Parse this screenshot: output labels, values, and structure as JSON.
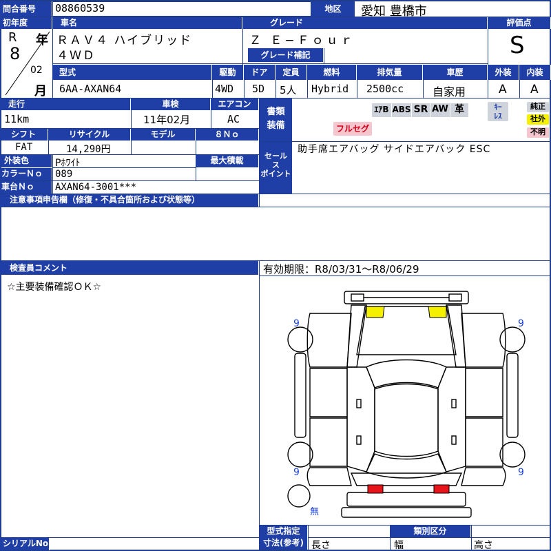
{
  "inquiry": {
    "label": "問合番号",
    "value": "08860539"
  },
  "region": {
    "label": "地区",
    "value": "愛知 豊橋市"
  },
  "first_reg": {
    "label": "初年度",
    "era": "R",
    "year": "8",
    "year_unit": "年",
    "month": "02",
    "month_unit": "月"
  },
  "car_name": {
    "label": "車名",
    "line1": "ＲＡＶ４ ハイブリッド",
    "line2": "４ＷＤ"
  },
  "grade": {
    "label": "グレード",
    "value": "Ｚ Ｅ−Ｆｏｕｒ",
    "supplement_label": "グレード補記",
    "supplement_value": ""
  },
  "score": {
    "label": "評価点",
    "value": "S"
  },
  "specs": {
    "model_label": "型式",
    "model_value": "6AA-AXAN64",
    "drive_label": "駆動",
    "drive_value": "4WD",
    "door_label": "ドア",
    "door_value": "5D",
    "capacity_label": "定員",
    "capacity_value": "5人",
    "fuel_label": "燃料",
    "fuel_value": "Hybrid",
    "displacement_label": "排気量",
    "displacement_value": "2500cc",
    "history_label": "車歴",
    "history_value": "自家用",
    "exterior_label": "外装",
    "exterior_value": "A",
    "interior_label": "内装",
    "interior_value": "A"
  },
  "mileage": {
    "label": "走行",
    "value": "11km"
  },
  "inspection": {
    "label": "車検",
    "value": "11年02月"
  },
  "aircon": {
    "label": "エアコン",
    "value": "AC"
  },
  "shift": {
    "label": "シフト",
    "value": "FAT"
  },
  "recycle": {
    "label": "リサイクル",
    "value": "14,290円"
  },
  "model_year": {
    "label": "モデル",
    "value": ""
  },
  "eight_no": {
    "label": "８Ｎｏ",
    "value": ""
  },
  "color": {
    "label": "外装色",
    "value": "Pﾎﾜｲﾄ"
  },
  "max_load": {
    "label": "最大積載",
    "value": ""
  },
  "color_no": {
    "label": "カラーＮｏ",
    "value": "089"
  },
  "chassis_no": {
    "label": "車台Ｎｏ",
    "value": "AXAN64-3001***"
  },
  "equipment": {
    "label_line1": "書類",
    "label_line2": "装備",
    "badges": [
      "ｴｱB",
      "ABS",
      "SR",
      "AW",
      "革"
    ],
    "keyless_line1": "ｷｰ",
    "keyless_line2": "ﾚｽ",
    "fullseg": "フルセグ",
    "nav_genuine": "純正",
    "nav_aftermarket": "社外",
    "nav_unknown": "不明"
  },
  "sales_point": {
    "label_line1": "セール",
    "label_line2": "ス",
    "label_line3": "ポイント",
    "value": "助手席エアバッグ サイドエアバック ESC"
  },
  "notes": {
    "label": "注意事項申告欄（修復・不具合箇所および状態等）",
    "value": ""
  },
  "inspector_comment": {
    "label": "検査員コメント",
    "value": "☆主要装備確認ＯＫ☆"
  },
  "validity": {
    "value": "有効期限：R8/03/31〜R8/06/29"
  },
  "diagram": {
    "tire_fl": "9",
    "tire_fr": "9",
    "tire_rl": "9",
    "tire_rr": "9",
    "spare": "無"
  },
  "bottom": {
    "model_designation_label": "型式指定",
    "category_label": "類別区分",
    "dimensions_label": "寸法(参考)",
    "length_label": "長さ",
    "width_label": "幅",
    "height_label": "高さ",
    "serial_label": "シリアルNo"
  },
  "colors": {
    "header": "#1f3ea6",
    "border": "#1f3d8a",
    "yellow": "#f5f000",
    "red": "#e8151b",
    "fullseg_bg": "#f6c6cf",
    "fullseg_text": "#d10019"
  }
}
